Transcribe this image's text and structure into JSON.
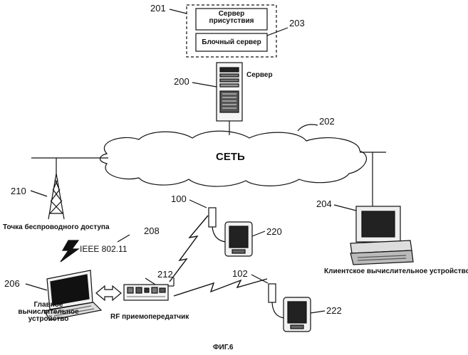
{
  "numbers": {
    "n201": "201",
    "n203": "203",
    "n200": "200",
    "n202": "202",
    "n210": "210",
    "n208": "208",
    "n100": "100",
    "n220": "220",
    "n204": "204",
    "n206": "206",
    "n212": "212",
    "n102": "102",
    "n222": "222"
  },
  "labels": {
    "presence_server": "Сервер присутствия",
    "block_server": "Блочный сервер",
    "server": "Сервер",
    "network": "СЕТЬ",
    "wireless_access_point": "Точка беспроводного доступа",
    "ieee": "IEEE 802.11",
    "client_device": "Клиентское вычислительное устройство",
    "main_device": "Главное вычислительное устройство",
    "rf_transceiver": "RF приемопередатчик",
    "figure": "ФИГ.6"
  }
}
